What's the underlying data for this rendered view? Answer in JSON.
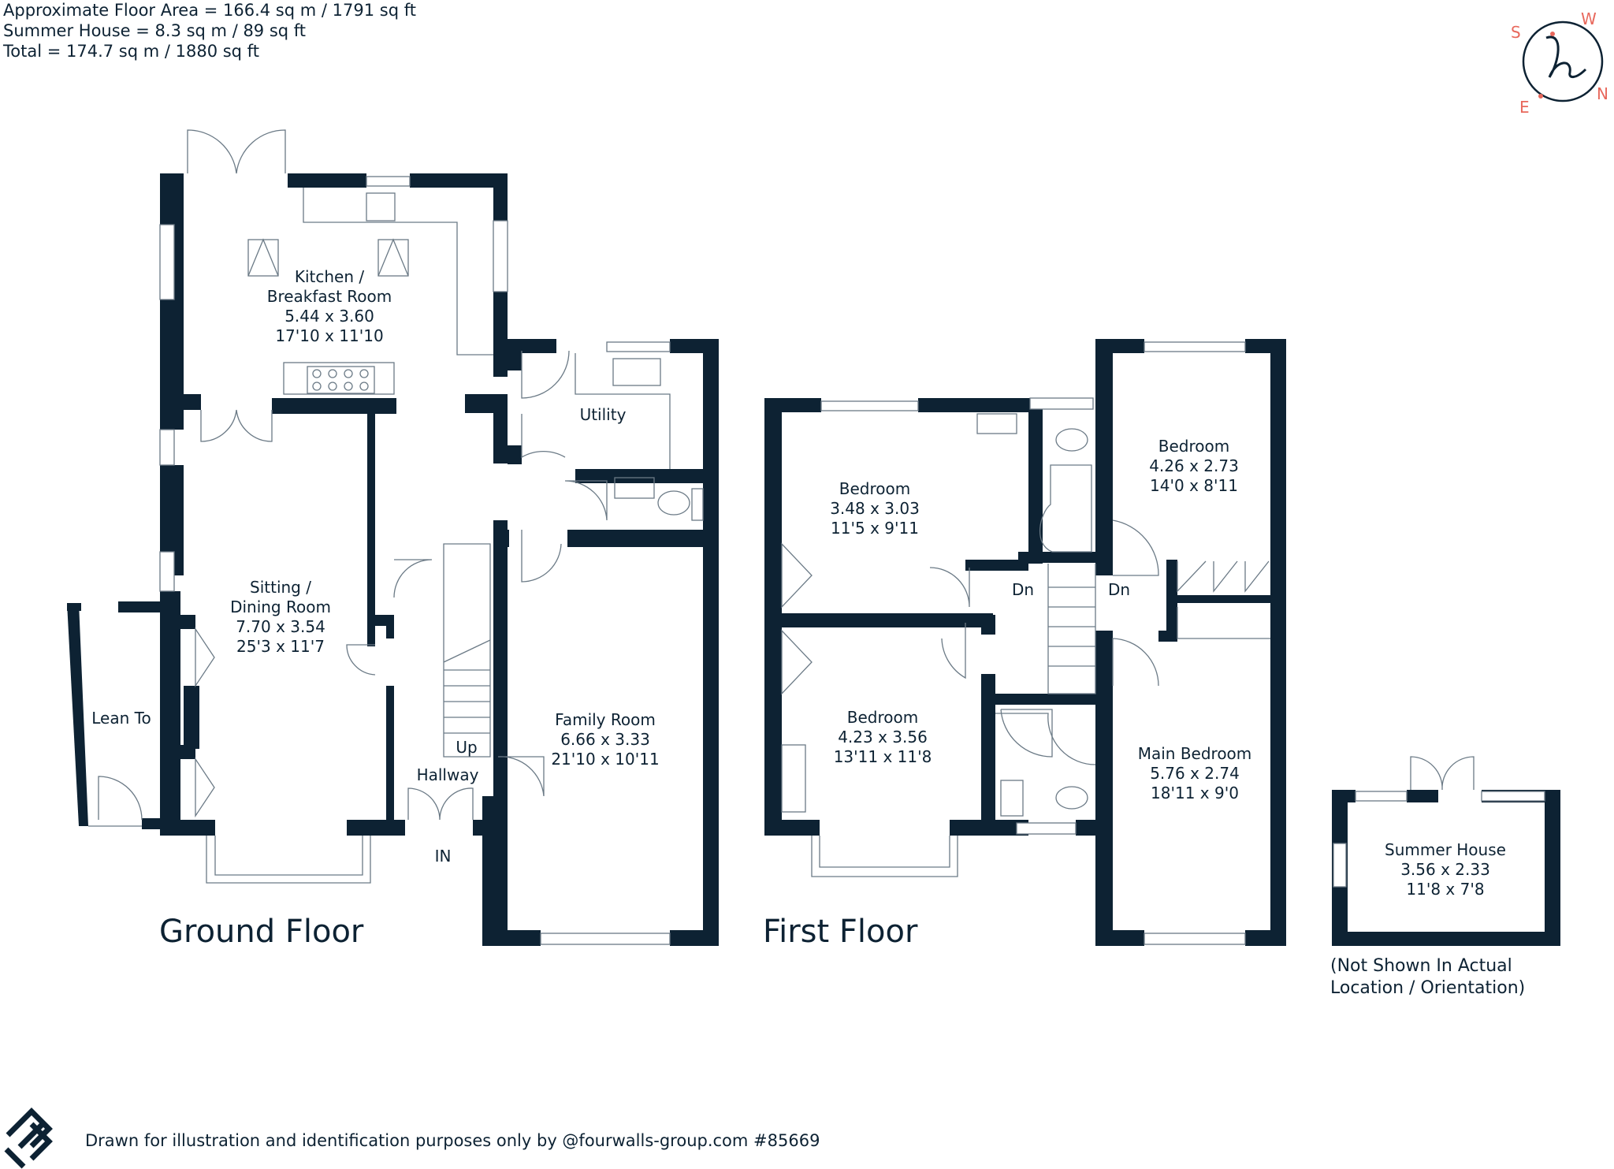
{
  "areas": [
    "Approximate Floor Area = 166.4 sq m / 1791 sq ft",
    "Summer House = 8.3 sq m / 89 sq ft",
    "Total = 174.7 sq m / 1880 sq ft"
  ],
  "compass": {
    "s": "S",
    "w": "W",
    "e": "E",
    "n": "N"
  },
  "floors": {
    "ground": "Ground Floor",
    "first": "First Floor"
  },
  "rooms": {
    "kitchen": [
      "Kitchen /",
      "Breakfast Room",
      "5.44 x 3.60",
      "17'10 x 11'10"
    ],
    "utility": [
      "Utility"
    ],
    "sitting": [
      "Sitting /",
      "Dining Room",
      "7.70 x 3.54",
      "25'3 x 11'7"
    ],
    "lean_to": [
      "Lean To"
    ],
    "family": [
      "Family Room",
      "6.66 x 3.33",
      "21'10 x 10'11"
    ],
    "bedroom1": [
      "Bedroom",
      "3.48 x 3.03",
      "11'5 x 9'11"
    ],
    "bedroom2": [
      "Bedroom",
      "4.26 x 2.73",
      "14'0 x 8'11"
    ],
    "bedroom3": [
      "Bedroom",
      "4.23 x 3.56",
      "13'11 x 11'8"
    ],
    "main_bedroom": [
      "Main Bedroom",
      "5.76 x 2.74",
      "18'11 x 9'0"
    ],
    "summer": [
      "Summer House",
      "3.56 x 2.33",
      "11'8 x 7'8"
    ]
  },
  "labels": {
    "hallway": "Hallway",
    "up": "Up",
    "in": "IN",
    "dn1": "Dn",
    "dn2": "Dn"
  },
  "summer_note": [
    "(Not Shown In Actual",
    "Location / Orientation)"
  ],
  "footer": "Drawn for illustration and identification purposes only by @fourwalls-group.com #85669",
  "colors": {
    "wall": "#0d2233",
    "accent": "#e8685c"
  }
}
